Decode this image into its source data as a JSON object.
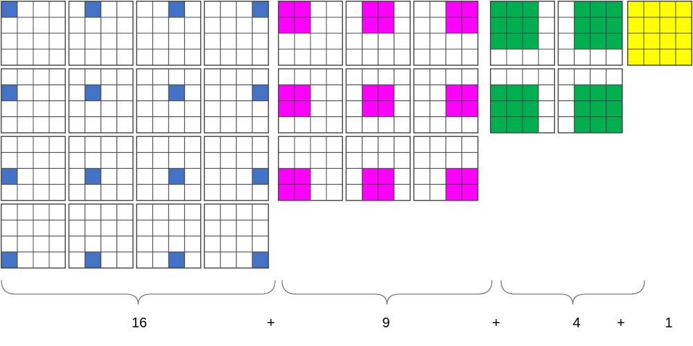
{
  "grid_size": 4,
  "groups": [
    {
      "name": "1x1-blocks",
      "color": "#4472C4",
      "block": 1,
      "count": 16,
      "label": "16"
    },
    {
      "name": "2x2-blocks",
      "color": "#FF00FF",
      "block": 2,
      "count": 9,
      "label": "9"
    },
    {
      "name": "3x3-blocks",
      "color": "#00B050",
      "block": 3,
      "count": 4,
      "label": "4"
    },
    {
      "name": "4x4-blocks",
      "color": "#FFFF00",
      "block": 4,
      "count": 1,
      "label": "1"
    }
  ],
  "plus_sign": "+"
}
